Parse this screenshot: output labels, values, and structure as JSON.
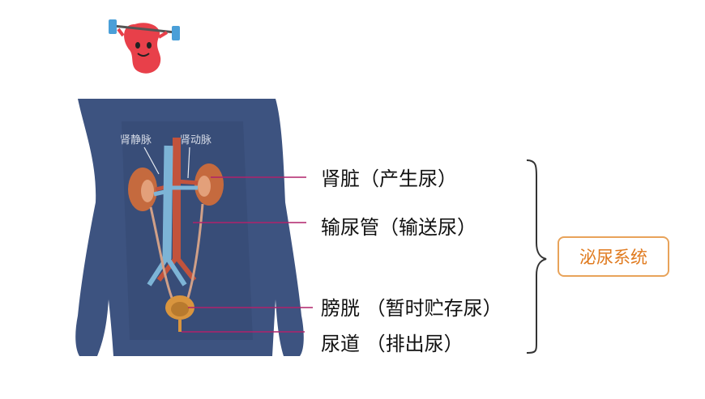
{
  "organs": {
    "kidney": "肾脏（产生尿）",
    "ureter": "输尿管（输送尿）",
    "bladder": "膀胱 （暂时贮存尿）",
    "urethra": "尿道 （排出尿）"
  },
  "vessels": {
    "renal_vein": "肾静脉",
    "renal_artery": "肾动脉"
  },
  "system_label": "泌尿系统",
  "colors": {
    "body": "#3d5380",
    "pointer_line": "#b0226a",
    "kidney": "#c56a3e",
    "vein": "#7db4d6",
    "artery": "#c2533c",
    "accent": "#e07a1e",
    "mascot": "#e8404a"
  }
}
